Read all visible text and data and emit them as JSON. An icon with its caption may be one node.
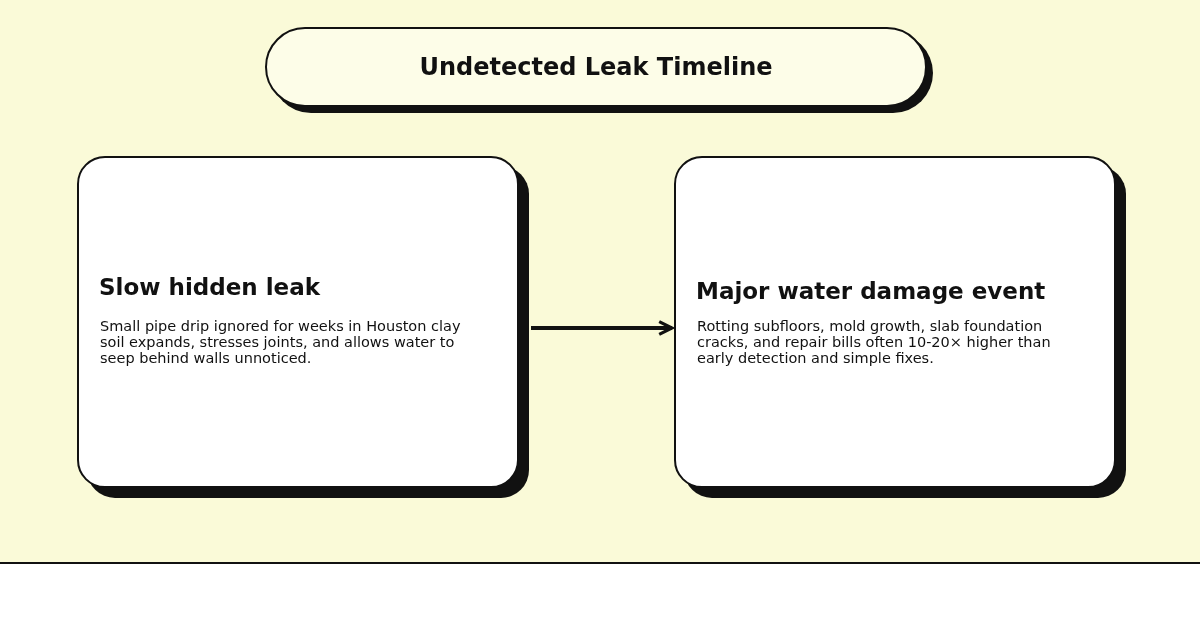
{
  "diagram": {
    "title": "Undetected Leak Timeline",
    "nodes": [
      {
        "text": [
          "Slow hidden leak",
          "Small pipe drip ignored for weeks in Houston clay soil expands, stresses joints, and allows water to seep behind walls unnoticed."
        ]
      },
      {
        "text": [
          "Major water damage event",
          "Rotting subfloors, mold growth, slab foundation cracks, and repair bills often 10-20× higher than early detection and simple fixes."
        ]
      }
    ],
    "edges": [
      {
        "from": 0,
        "to": 1,
        "arrow": "to"
      }
    ]
  }
}
